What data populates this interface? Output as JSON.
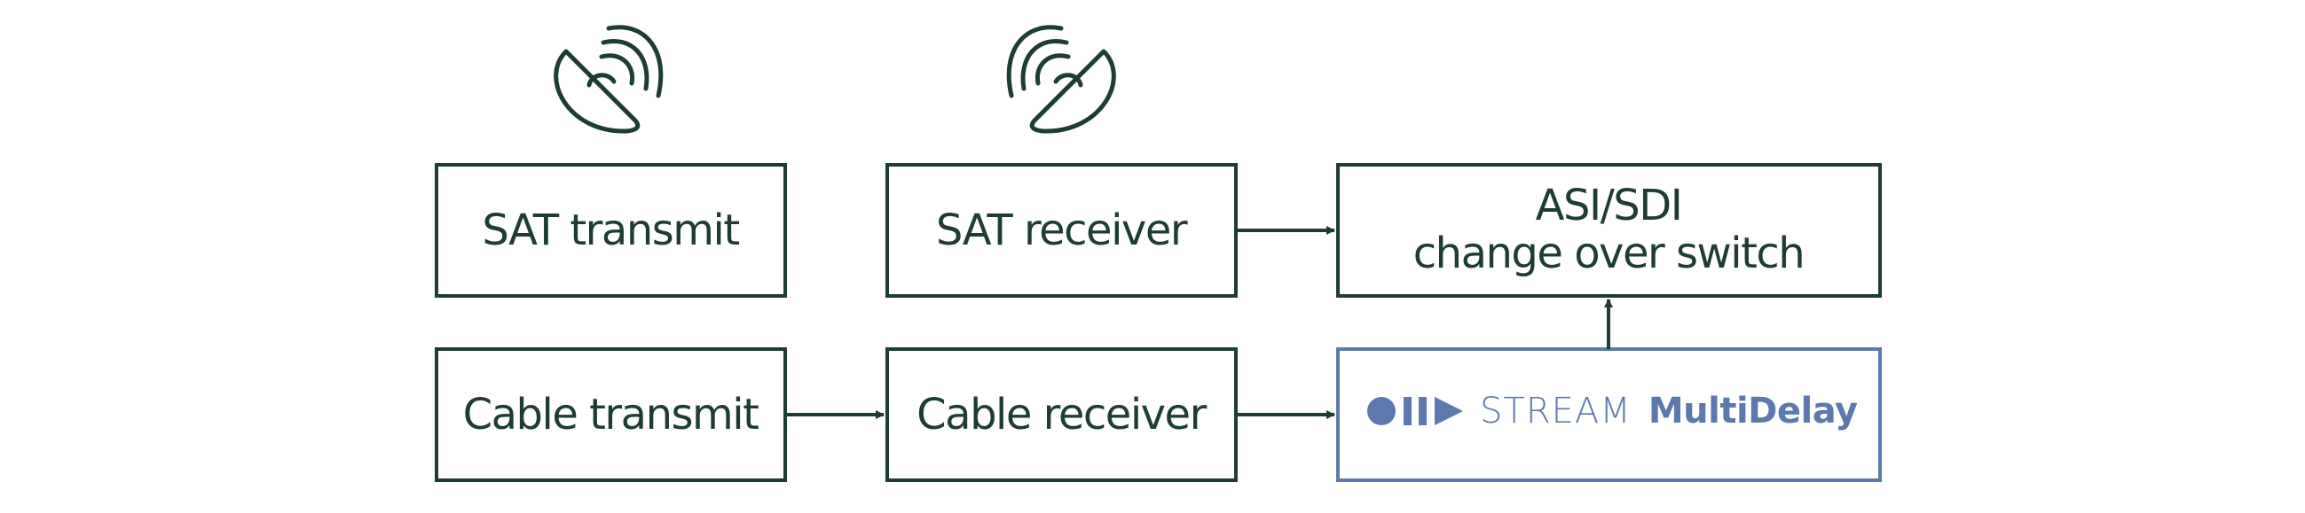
{
  "colors": {
    "ink": "#1e3b35",
    "brand": "#5c78ac",
    "background": "#ffffff"
  },
  "icons": {
    "transmit_dish": "satellite-dish-icon",
    "receive_dish": "satellite-dish-icon",
    "brand_logo": "stream-logo-icon"
  },
  "nodes": {
    "sat_transmit": "SAT transmit",
    "sat_receiver": "SAT receiver",
    "switch_line1": "ASI/SDI",
    "switch_line2": "change over switch",
    "cable_transmit": "Cable transmit",
    "cable_receiver": "Cable receiver",
    "multidelay_stream": "STREAM",
    "multidelay_product": "MultiDelay"
  }
}
